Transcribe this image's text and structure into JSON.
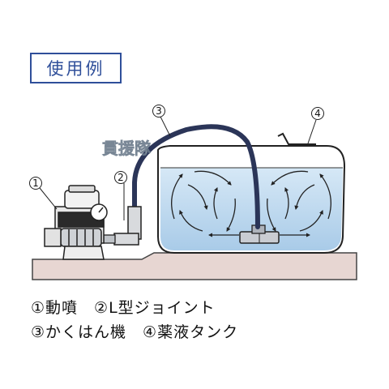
{
  "badge": {
    "label": "使用例"
  },
  "callouts": {
    "n1": "1",
    "n2": "2",
    "n3": "3",
    "n4": "4"
  },
  "watermark": {
    "text": "貫援隊"
  },
  "captions": {
    "line1": "①動噴　②L型ジョイント",
    "line2": "③かくはん機　④薬液タンク"
  },
  "colors": {
    "accent": "#2f4f9a",
    "water": "#bcd9f0",
    "ground": "#e7d6d2",
    "hose": "#2b3558"
  }
}
